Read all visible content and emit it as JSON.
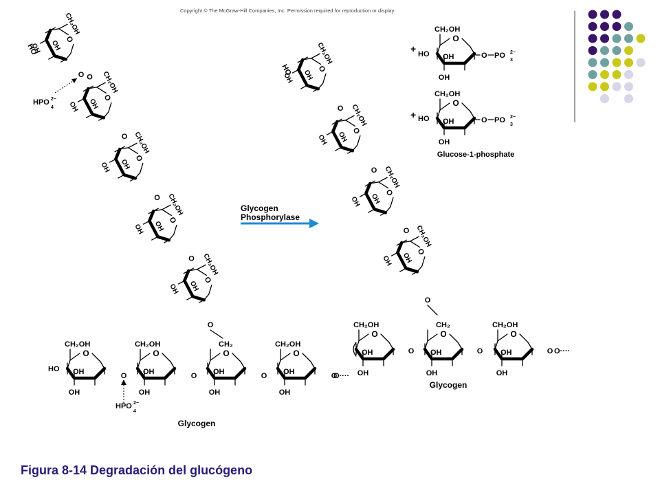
{
  "copyright": "Copyright © The McGraw-Hill Companies, Inc. Permission required for reproduction or display.",
  "caption": "Figura 8-14 Degradación del glucógeno",
  "enzyme": {
    "line1": "Glycogen",
    "line2": "Phosphorylase"
  },
  "labels": {
    "glycogen": "Glycogen",
    "glucose_1_phosphate": "Glucose-1-phosphate",
    "hpo4": "HPO",
    "hpo4_charge": "2−",
    "hpo4_sub": "4",
    "po3": "PO",
    "po3_charge": "2−",
    "po3_sub": "3",
    "ch2oh": "CH₂OH",
    "ch2": "CH₂",
    "oh": "OH",
    "ho": "HO",
    "o": "O",
    "plus": "+",
    "chain_end": "O····"
  },
  "colors": {
    "caption": "#2a1a78",
    "arrow": "#1e8ad0",
    "dot_purple": "#3a1466",
    "dot_teal": "#6fa1a0",
    "dot_yellow": "#c9c91c",
    "dot_lavender": "#d6d6e8",
    "rule": "#808080"
  },
  "dot_grid": [
    [
      "purple",
      "purple",
      "purple",
      "",
      "",
      ""
    ],
    [
      "purple",
      "purple",
      "purple",
      "teal",
      "",
      ""
    ],
    [
      "purple",
      "purple",
      "teal",
      "teal",
      "yellow",
      ""
    ],
    [
      "purple",
      "teal",
      "teal",
      "yellow",
      "",
      ""
    ],
    [
      "teal",
      "teal",
      "yellow",
      "yellow",
      "lavender",
      ""
    ],
    [
      "teal",
      "yellow",
      "yellow",
      "lavender",
      "",
      ""
    ],
    [
      "yellow",
      "yellow",
      "lavender",
      "lavender",
      "",
      ""
    ],
    [
      "",
      "lavender",
      "",
      "lavender",
      "",
      ""
    ]
  ]
}
